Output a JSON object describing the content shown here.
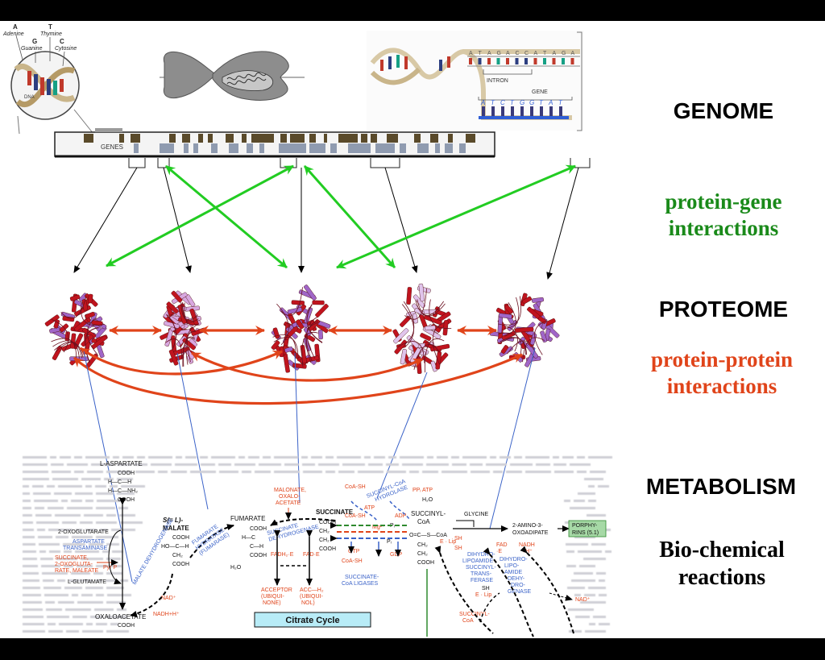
{
  "dna_helix": {
    "bases": {
      "adenine": "Adenine",
      "thymine": "Thymine",
      "guanine": "Guanine",
      "cytosine": "Cytosine",
      "a": "A",
      "t": "T",
      "g": "G",
      "c": "C"
    },
    "dna_label": "DNA"
  },
  "genome_strip": {
    "genes_label": "GENES"
  },
  "gene_diagram": {
    "top_sequence": [
      "A",
      "T",
      "A",
      "G",
      "A",
      "C",
      "C",
      "A",
      "T",
      "A",
      "G",
      "A"
    ],
    "bottom_sequence": [
      "A",
      "T",
      "C",
      "T",
      "G",
      "G",
      "T",
      "A",
      "T"
    ],
    "intron_label": "INTRON",
    "gene_label": "GENE"
  },
  "right_labels": {
    "genome": "GENOME",
    "protein_gene_1": "protein-gene",
    "protein_gene_2": "interactions",
    "proteome": "PROTEOME",
    "protein_protein_1": "protein-protein",
    "protein_protein_2": "interactions",
    "metabolism": "METABOLISM",
    "biochem_1": "Bio-chemical",
    "biochem_2": "reactions"
  },
  "colors": {
    "green": "#1a8a1a",
    "orange_red": "#e0441a",
    "protein_red": "#c0141e",
    "protein_purple": "#a066c8",
    "arrow_blue": "#3a62c8"
  },
  "metabolism": {
    "citrate_cycle": "Citrate Cycle",
    "l_aspartate": "L-ASPARTATE",
    "cooh": "COOH",
    "h_c_h": "H—C—H",
    "h_c_nh2": "H—C—NH₂",
    "oxoglutarate": "2-OXOGLUTARATE",
    "aspartate_transaminase_1": "ASPARTATE",
    "aspartate_transaminase_2": "TRANSAMINASE",
    "succinate_maleate_1": "SUCCINATE,",
    "succinate_maleate_2": "2-OXOGLUTA-",
    "succinate_maleate_3": "RATE, MALEATE",
    "pyr_p": "Pyr P",
    "l_glutamate": "L-GLUTAMATE",
    "oxaloacetate": "OXALOACETATE",
    "nad_plus": "NAD⁺",
    "nadh_h": "NADH+H⁺",
    "s_malate_1": "S(= L)-",
    "s_malate_2": "MALATE",
    "ho_c_h": "HO—C—H",
    "ch2": "CH₂",
    "fumarate": "FUMARATE",
    "fumarate_hydratase_1": "FUMARATE",
    "fumarate_hydratase_2": "HYDRATASE",
    "fumarate_hydratase_3": "(FUMARASE)",
    "h2o": "H₂O",
    "malonate_1": "MALONATE,",
    "malonate_2": "OXALO-",
    "malonate_3": "ACETATE",
    "succinate_dehydrogenase_1": "SUCCINATE",
    "succinate_dehydrogenase_2": "DEHYDROGENASE",
    "fadh2_e": "FADH₂·E",
    "fad_e": "FAD·E",
    "acceptor_1": "ACCEPTOR",
    "acceptor_2": "(UBIQUI-",
    "acceptor_3": "NONE)",
    "acc_h2_1": "ACC—H₂",
    "acc_h2_2": "(UBIQUI-",
    "acc_h2_3": "NOL)",
    "succinate": "SUCCINATE",
    "coa_sh": "CoA-SH",
    "succinyl_coa_hydrolase_1": "SUCCINYL-CoA",
    "succinyl_coa_hydrolase_2": "HYDROLASE",
    "pp_atp": "PPᵢ ATP",
    "atp": "ATP",
    "adp": "ADP",
    "mg": "Mg²⁺",
    "gtp": "GTP",
    "gdp": "GDP",
    "pi": "Pᵢ",
    "succinate_coa_ligases_1": "SUCCINATE-",
    "succinate_coa_ligases_2": "CoA LIGASES",
    "succinyl_coa_1": "SUCCINYL-",
    "succinyl_coa_2": "CoA",
    "s_coa": "O=C—S—CoA",
    "glycine": "GLYCINE",
    "amino_oxoadipate_1": "2-AMINO-3-",
    "amino_oxoadipate_2": "OXOADIPATE",
    "porphyrins_1": "PORPHY-",
    "porphyrins_2": "RINS (5.1)",
    "e_lip": "E · Lip",
    "sh": "SH",
    "dihydrolipoamide_trans_1": "DIHYDRO-",
    "dihydrolipoamide_trans_2": "LIPOAMIDE",
    "dihydrolipoamide_trans_3": "SUCCINYL-",
    "dihydrolipoamide_trans_4": "TRANS-",
    "dihydrolipoamide_trans_5": "FERASE",
    "dihydrolipoamide_dh_1": "DIHYDRO-",
    "dihydrolipoamide_dh_2": "LIPO-",
    "dihydrolipoamide_dh_3": "AMIDE",
    "dihydrolipoamide_dh_4": "DEHY-",
    "dihydrolipoamide_dh_5": "DRO-",
    "dihydrolipoamide_dh_6": "GENASE",
    "fad_e2": "FAD",
    "nadh_h2": "NADH",
    "succinyl_coa_small_1": "SUCCINYL-",
    "succinyl_coa_small_2": "CoA",
    "nad_plus2": "NAD⁺"
  }
}
